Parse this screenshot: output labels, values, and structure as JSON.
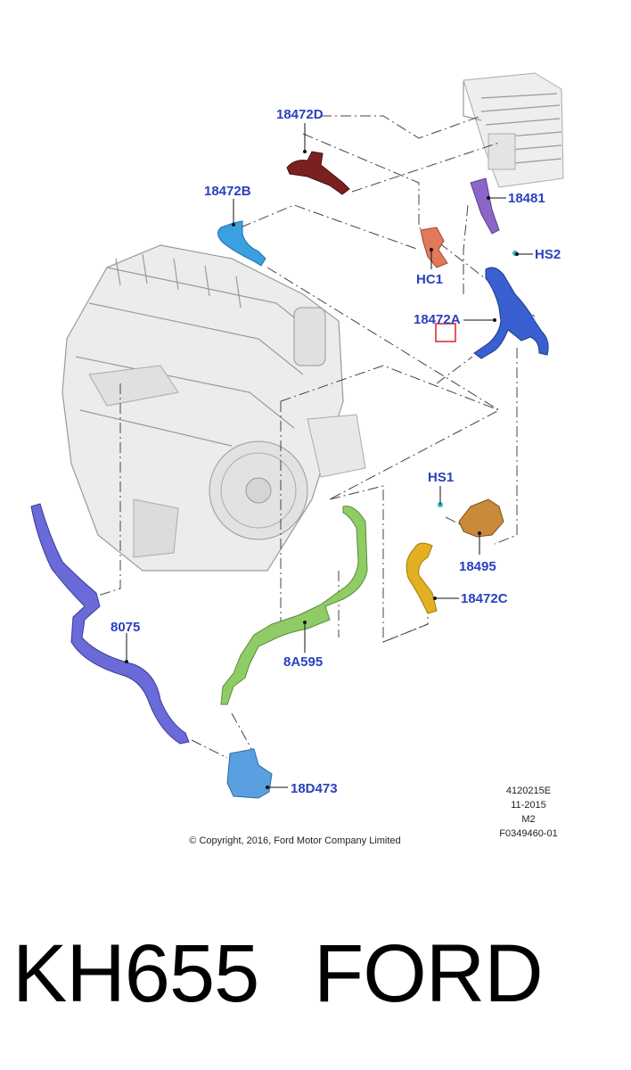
{
  "diagram": {
    "parts": [
      {
        "id": "18472D",
        "label": "18472D",
        "color": "#7a2020"
      },
      {
        "id": "18472B",
        "label": "18472B",
        "color": "#3aa0e0"
      },
      {
        "id": "18481",
        "label": "18481",
        "color": "#7a55b8"
      },
      {
        "id": "HS2",
        "label": "HS2",
        "color": "#2fb7c7"
      },
      {
        "id": "HC1",
        "label": "HC1",
        "color": "#e07a5a"
      },
      {
        "id": "18472A",
        "label": "18472A",
        "color": "#3a5fd0"
      },
      {
        "id": "HS1",
        "label": "HS1",
        "color": "#2fb7c7"
      },
      {
        "id": "18495",
        "label": "18495",
        "color": "#c98a3a"
      },
      {
        "id": "18472C",
        "label": "18472C",
        "color": "#e2b020"
      },
      {
        "id": "8075",
        "label": "8075",
        "color": "#6a6ad8"
      },
      {
        "id": "8A595",
        "label": "8A595",
        "color": "#8fcc66"
      },
      {
        "id": "18D473",
        "label": "18D473",
        "color": "#5aa0e0"
      }
    ],
    "meta": {
      "line1": "4120215E",
      "line2": "11-2015",
      "line3": "M2",
      "line4": "F0349460-01"
    },
    "copyright": "© Copyright, 2016, Ford Motor Company Limited"
  },
  "caption": {
    "code": "KH655",
    "brand": "FORD"
  },
  "colors": {
    "label_blue": "#2a3fbf",
    "highlight_box": "#e03030",
    "engine_grey": "#c8c8c8"
  }
}
